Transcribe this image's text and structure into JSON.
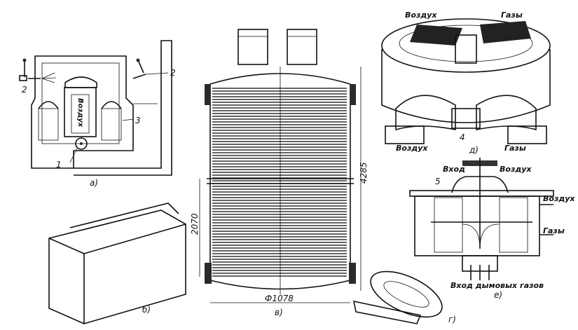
{
  "figures": {
    "a": {
      "caption": "а)",
      "callouts": [
        "1",
        "2",
        "2",
        "3"
      ],
      "air_label": "Воздух"
    },
    "b": {
      "caption": "б)"
    },
    "v": {
      "caption": "в)",
      "dim_height_inner": "2070",
      "dim_height_total": "4285",
      "dim_diameter": "Ф1078"
    },
    "g": {
      "caption": "г)"
    },
    "d": {
      "caption": "д)",
      "top_air": "Воздух",
      "top_gases": "Газы",
      "bottom_air": "Воздух",
      "bottom_gases": "Газы",
      "callout": "4"
    },
    "e": {
      "caption": "е)",
      "inlet": "Вход",
      "air_in": "Воздух",
      "callout": "5",
      "air_out": "Воздух",
      "gases_out": "Газы",
      "flue_inlet": "Вход дымовых газов"
    }
  }
}
